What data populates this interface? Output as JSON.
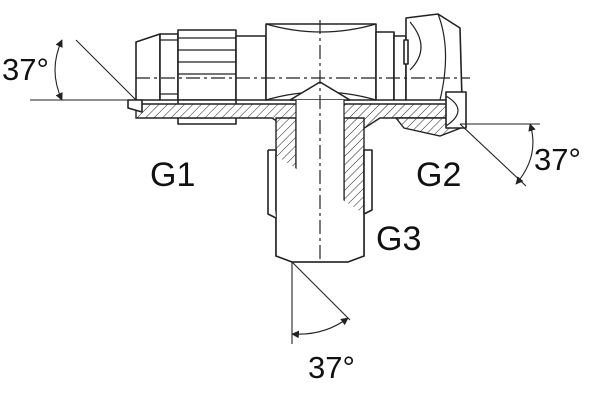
{
  "labels": {
    "port_left": "G1",
    "port_right": "G2",
    "port_bottom": "G3",
    "angle_left": "37°",
    "angle_right": "37°",
    "angle_bottom": "37°"
  },
  "colors": {
    "line": "#222222",
    "background": "#ffffff"
  }
}
